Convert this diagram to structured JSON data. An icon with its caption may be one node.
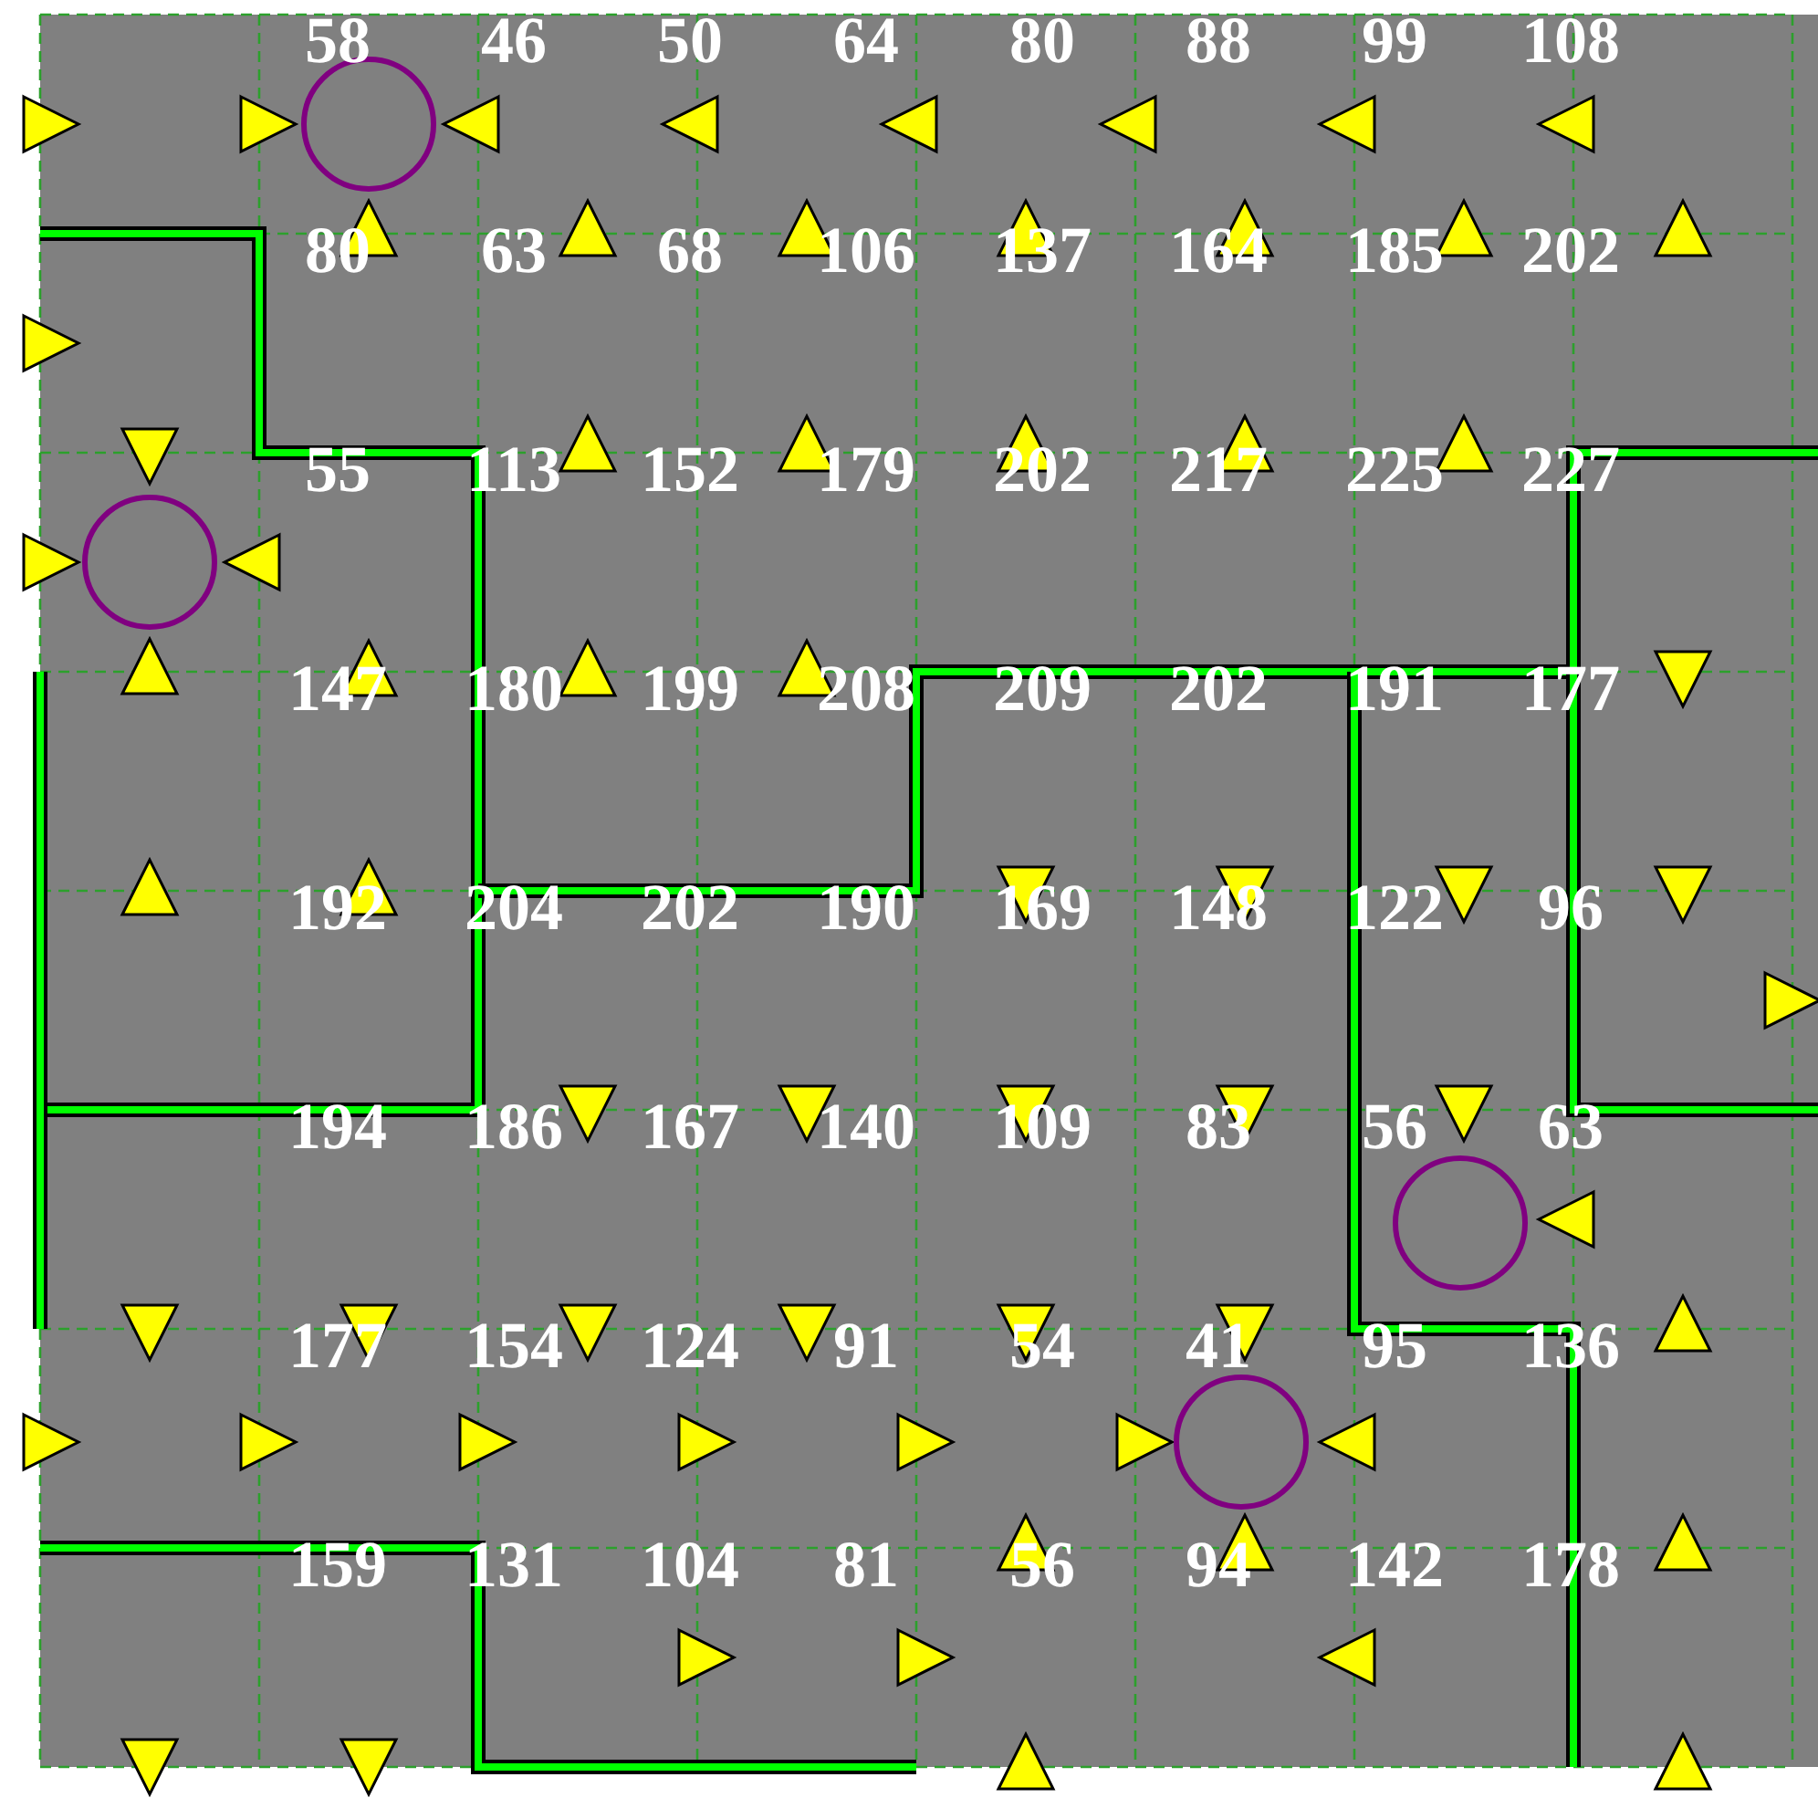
{
  "diagram": {
    "nodes": [
      {
        "text": [],
        "shape": "circle"
      },
      {
        "text": [],
        "shape": "circle"
      },
      {
        "text": [],
        "shape": "circle"
      },
      {
        "text": [],
        "shape": "circle"
      }
    ],
    "labels": [
      "58",
      "46",
      "50",
      "64",
      "80",
      "88",
      "99",
      "108",
      "80",
      "63",
      "68",
      "106",
      "137",
      "164",
      "185",
      "202",
      "55",
      "113",
      "152",
      "179",
      "202",
      "217",
      "225",
      "227",
      "147",
      "180",
      "199",
      "208",
      "209",
      "202",
      "191",
      "177",
      "192",
      "204",
      "202",
      "190",
      "169",
      "148",
      "122",
      "96",
      "194",
      "186",
      "167",
      "140",
      "109",
      "83",
      "56",
      "63",
      "177",
      "154",
      "124",
      "91",
      "54",
      "41",
      "95",
      "136",
      "159",
      "131",
      "104",
      "81",
      "56",
      "94",
      "142",
      "178"
    ]
  }
}
